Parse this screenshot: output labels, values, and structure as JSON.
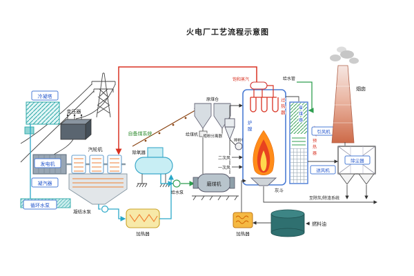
{
  "title": "火电厂工艺流程示意图",
  "colors": {
    "outline_blue": "#4a7bd4",
    "steam_pipe": "#d83020",
    "water_pipe": "#29a8c8",
    "feedwater_pipe": "#2e9e4f",
    "label_blue": "#2255cc",
    "coal_green": "#2e8b2e",
    "flame_outer": "#ff8c1a",
    "flame_core": "#ffd84d",
    "chimney": "#cd6a48",
    "fuel_tank": "#2f7070"
  },
  "labels": {
    "cooling_tower": "冷凝塔",
    "transformer": "变压器",
    "generator": "发电机",
    "turbine": "汽轮机",
    "condenser": "凝汽器",
    "circ_pump": "循环水泵",
    "condensate_pump": "凝结水泵",
    "lp_heater": "加热器",
    "deaerator": "除氧器",
    "feed_pump": "给水泵",
    "coal_system": "自备煤系统",
    "raw_coal_bunker": "原煤仓",
    "coal_feeder": "给煤机",
    "coal_mill": "磨煤机",
    "coarse_separator": "粗粉分离器",
    "powder_fan": "排粉机",
    "secondary_air": "二次风",
    "primary_air": "一次风",
    "furnace": "炉膛",
    "superheater": "过热器",
    "saturated_steam": "饱和蒸汽",
    "feed_pipe": "给水管",
    "economizer": "省煤器",
    "air_preheater": "空气预热器",
    "forced_fan": "送风机",
    "induced_fan": "引风机",
    "chimney": "烟囱",
    "dust_collector": "除尘器",
    "ash_hopper": "灰斗",
    "ash_system": "至除灰/除渣系统",
    "fuel_oil": "燃料油",
    "oil_heater": "加热器"
  }
}
